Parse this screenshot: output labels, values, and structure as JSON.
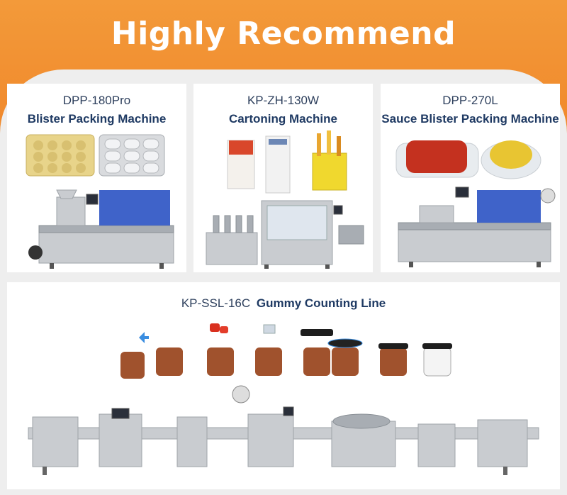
{
  "header": {
    "title": "Highly Recommend"
  },
  "products": [
    {
      "code": "DPP-180Pro",
      "name": "Blister Packing Machine"
    },
    {
      "code": "KP-ZH-130W",
      "name": "Cartoning Machine"
    },
    {
      "code": "DPP-270L",
      "name": "Sauce Blister Packing Machine"
    }
  ],
  "line": {
    "code": "KP-SSL-16C",
    "name": "Gummy Counting Line"
  },
  "colors": {
    "banner": "#f0872a",
    "title_text": "#ffffff",
    "product_text": "#1f3a63"
  }
}
